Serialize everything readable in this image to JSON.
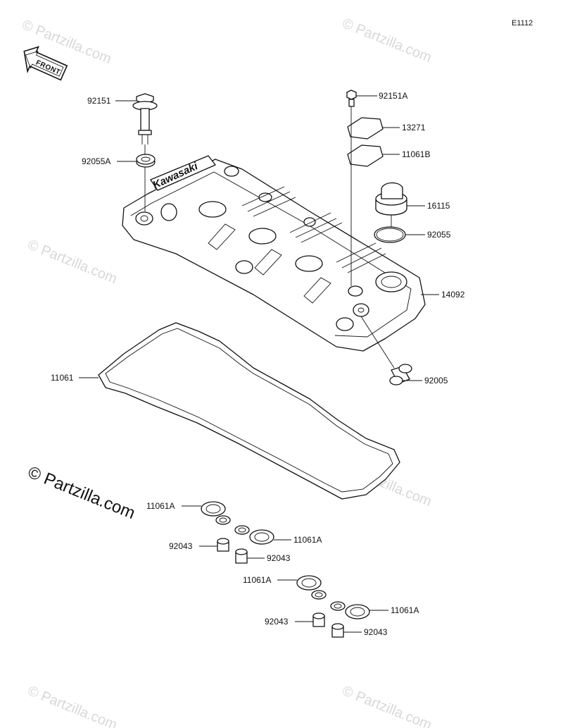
{
  "figure_code": "E1112",
  "front_label": "FRONT",
  "copyright": "© Partzilla.com",
  "watermark": "© Partzilla.com",
  "logo_text": "Kawasaki",
  "callouts": [
    {
      "id": "c-92151",
      "text": "92151"
    },
    {
      "id": "c-92055a",
      "text": "92055A"
    },
    {
      "id": "c-92151a",
      "text": "92151A"
    },
    {
      "id": "c-13271",
      "text": "13271"
    },
    {
      "id": "c-11061b",
      "text": "11061B"
    },
    {
      "id": "c-16115",
      "text": "16115"
    },
    {
      "id": "c-92055",
      "text": "92055"
    },
    {
      "id": "c-14092",
      "text": "14092"
    },
    {
      "id": "c-92005",
      "text": "92005"
    },
    {
      "id": "c-11061",
      "text": "11061"
    },
    {
      "id": "c-11061a-1",
      "text": "11061A"
    },
    {
      "id": "c-92043-1",
      "text": "92043"
    },
    {
      "id": "c-11061a-2",
      "text": "11061A"
    },
    {
      "id": "c-92043-2",
      "text": "92043"
    },
    {
      "id": "c-11061a-3",
      "text": "11061A"
    },
    {
      "id": "c-92043-3",
      "text": "92043"
    },
    {
      "id": "c-11061a-4",
      "text": "11061A"
    },
    {
      "id": "c-92043-4",
      "text": "92043"
    }
  ]
}
